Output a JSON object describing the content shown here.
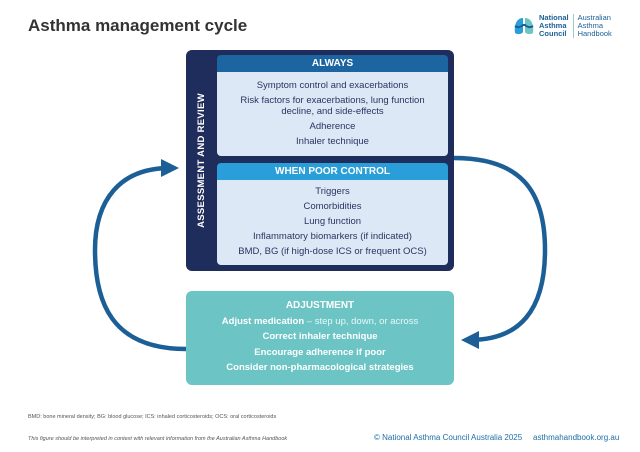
{
  "title": "Asthma management cycle",
  "logo": {
    "org_lines": [
      "National",
      "Asthma",
      "Council"
    ],
    "product_lines": [
      "Australian",
      "Asthma",
      "Handbook"
    ]
  },
  "assessment": {
    "label": "ASSESSMENT AND REVIEW",
    "always": {
      "header": "ALWAYS",
      "items": [
        "Symptom control and exacerbations",
        "Risk factors for exacerbations, lung function decline, and side-effects",
        "Adherence",
        "Inhaler technique"
      ]
    },
    "poor_control": {
      "header": "WHEN POOR CONTROL",
      "items": [
        "Triggers",
        "Comorbidities",
        "Lung function",
        "Inflammatory biomarkers (if indicated)",
        "BMD, BG (if high-dose ICS or frequent OCS)"
      ]
    }
  },
  "adjustment": {
    "header": "ADJUSTMENT",
    "first_bold": "Adjust medication",
    "first_rest": " – step up, down, or across",
    "items": [
      "Correct inhaler technique",
      "Encourage adherence if poor",
      "Consider non-pharmacological strategies"
    ]
  },
  "footer": {
    "abbreviations": "BMD: bone mineral density; BG: blood glucose; ICS: inhaled corticosteroids; OCS: oral corticosteroids",
    "disclaimer": "This figure should be interpreted in context with relevant information from the Australian Asthma Handbook",
    "copyright": "© National Asthma Council Australia 2025",
    "url": "asthmahandbook.org.au"
  },
  "colors": {
    "dark": "#1f2d5c",
    "always_header": "#1c65a0",
    "poor_header": "#2a9ed8",
    "panel": "#dde8f6",
    "adjustment": "#6cc5c4",
    "arrow": "#1c5f96"
  }
}
